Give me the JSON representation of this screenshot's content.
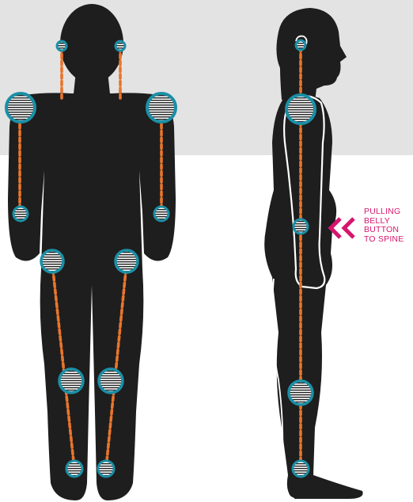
{
  "colors": {
    "background_top": "#e3e3e3",
    "background_bottom": "#ffffff",
    "silhouette": "#1e1e1e",
    "dash_line": "#e8752c",
    "joint_ring": "#1b8fa6",
    "arrow": "#d6166e"
  },
  "callout": {
    "lines": [
      "PULLING",
      "BELLY",
      "BUTTON",
      "TO SPINE"
    ]
  },
  "figures": {
    "front_view": {
      "joints": [
        "left-ear",
        "right-ear",
        "left-shoulder",
        "right-shoulder",
        "left-wrist",
        "right-wrist",
        "left-hip",
        "right-hip",
        "left-knee",
        "right-knee",
        "left-ankle",
        "right-ankle"
      ]
    },
    "side_view": {
      "joints": [
        "ear",
        "shoulder",
        "belly",
        "knee",
        "ankle"
      ]
    }
  }
}
